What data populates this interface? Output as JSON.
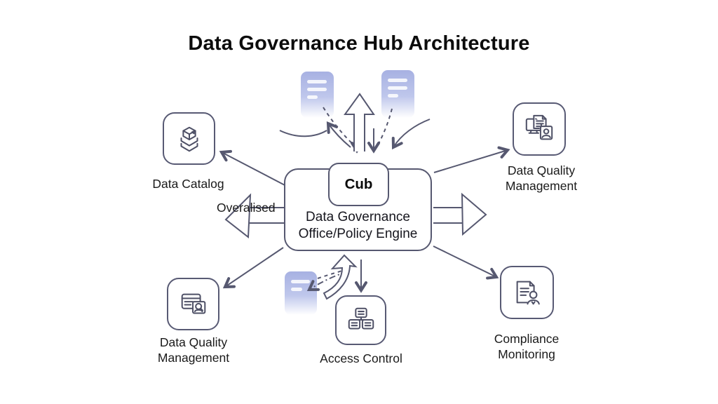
{
  "title": "Data Governance Hub Architecture",
  "hub": {
    "tab_label": "Cub",
    "name": "Data Governance\nOffice/Policy Engine"
  },
  "labels": {
    "left_flow": "Overalised"
  },
  "nodes": {
    "data_catalog": {
      "label": "Data Catalog",
      "icon": "layered-cube-icon"
    },
    "data_quality_top": {
      "label": "Data Quality\nManagement",
      "icon": "monitor-document-user-icon"
    },
    "data_quality_bottom": {
      "label": "Data Quality\nManagement",
      "icon": "card-user-search-icon"
    },
    "access_control": {
      "label": "Access Control",
      "icon": "grouped-cards-icon"
    },
    "compliance_monitoring": {
      "label": "Compliance\nMonitoring",
      "icon": "document-user-icon"
    }
  },
  "colors": {
    "background": "#ffffff",
    "outline": "#565870",
    "icon_stroke": "#4e5066",
    "title_text": "#0c0c0c",
    "label_text": "#1a1a1a",
    "document_fill": "#aab4e3"
  }
}
